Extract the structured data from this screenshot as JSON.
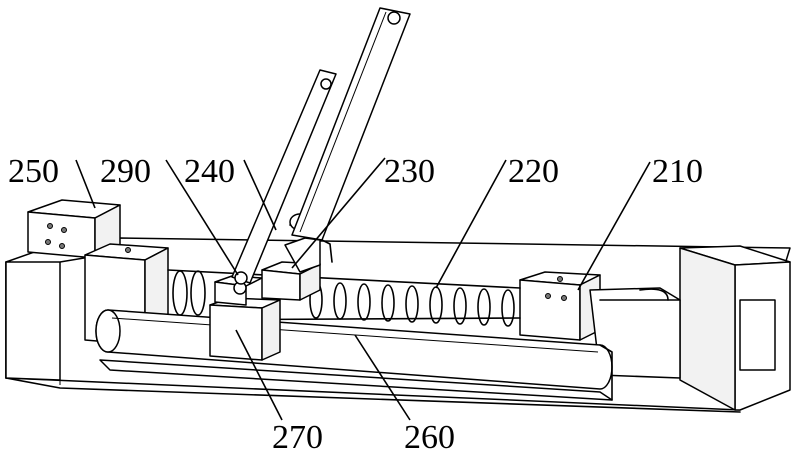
{
  "labels": {
    "l250": "250",
    "l290": "290",
    "l240": "240",
    "l230": "230",
    "l220": "220",
    "l210": "210",
    "l270": "270",
    "l260": "260"
  }
}
